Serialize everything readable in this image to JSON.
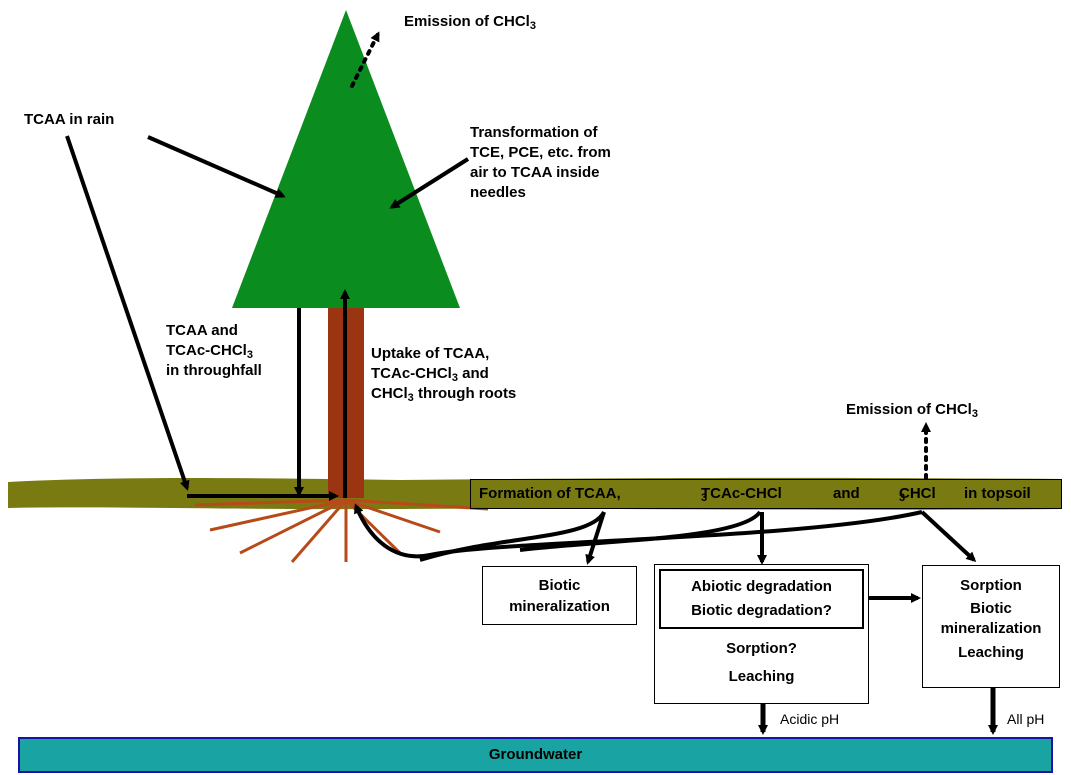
{
  "labels": {
    "emission_top": "Emission of CHCl",
    "tcaa_rain": "TCAA in rain",
    "transformation": [
      "Transformation of",
      "TCE, PCE, etc. from",
      "air to TCAA inside",
      "needles"
    ],
    "throughfall": [
      "TCAA and",
      "TCAc-CHCl",
      "in throughfall"
    ],
    "uptake": [
      "Uptake of TCAA,",
      "TCAc-CHCl",
      " and",
      "CHCl",
      " through roots"
    ],
    "emission_right": "Emission of CHCl",
    "subscript_3": "3"
  },
  "topsoil": {
    "part1": "Formation of TCAA,",
    "part2": "TCAc-CHCl",
    "part3": "and",
    "part4": "CHCl",
    "part5": "in topsoil"
  },
  "boxes": {
    "biotic": [
      "Biotic",
      "mineralization"
    ],
    "abiotic_inner": [
      "Abiotic degradation",
      "Biotic degradation?"
    ],
    "middle_lower": [
      "Sorption?",
      "Leaching"
    ],
    "right": [
      "Sorption",
      "Biotic",
      "mineralization",
      "Leaching"
    ]
  },
  "ph": {
    "acidic": "Acidic pH",
    "all": "All pH"
  },
  "groundwater": "Groundwater",
  "colors": {
    "tree_crown": "#0a8c1e",
    "trunk": "#9b3410",
    "roots": "#b84a1a",
    "soil": "#7a7a12",
    "groundwater_fill": "#1aa3a3",
    "groundwater_border": "#1414a0"
  }
}
